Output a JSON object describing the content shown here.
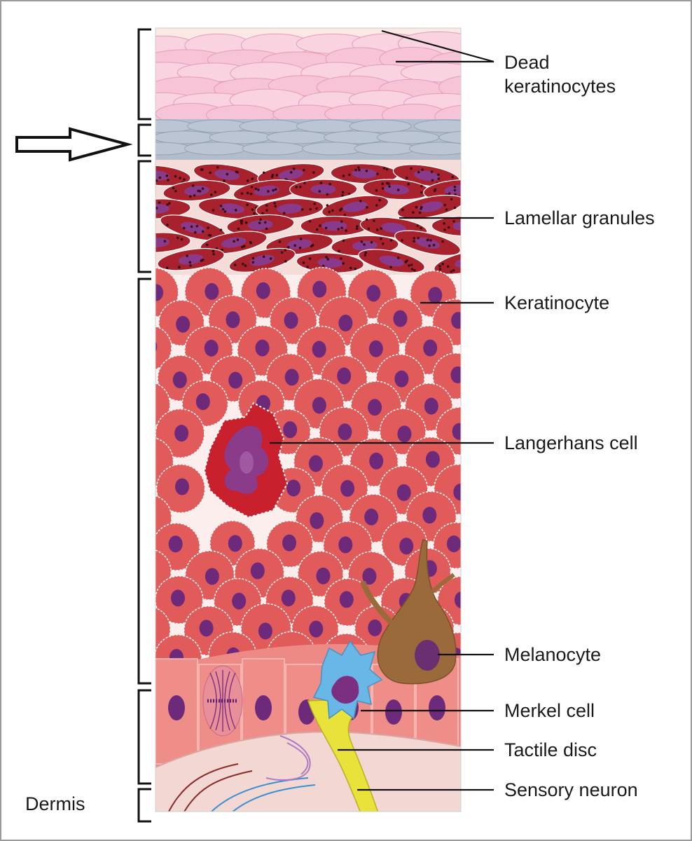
{
  "labels": {
    "dead_keratinocytes": [
      "Dead",
      "keratinocytes"
    ],
    "lamellar_granules": "Lamellar granules",
    "keratinocyte": "Keratinocyte",
    "langerhans_cell": "Langerhans cell",
    "melanocyte": "Melanocyte",
    "merkel_cell": "Merkel cell",
    "tactile_disc": "Tactile disc",
    "sensory_neuron": "Sensory neuron",
    "dermis": "Dermis"
  },
  "colors": {
    "corneum_pink": "#f4b6cc",
    "lucidum_gray": "#b3bccb",
    "granulosum_red": "#a8222e",
    "spinosum_red": "#e25b5b",
    "nucleus_purple": "#6e2a7a",
    "langerhans": "#c8202c",
    "melanocyte_brown": "#9a6a3a",
    "merkel_blue": "#69b7e6",
    "tactile_yellow": "#e8e23a",
    "dermis_pink": "#f2d7d2",
    "frame": "#999999"
  }
}
